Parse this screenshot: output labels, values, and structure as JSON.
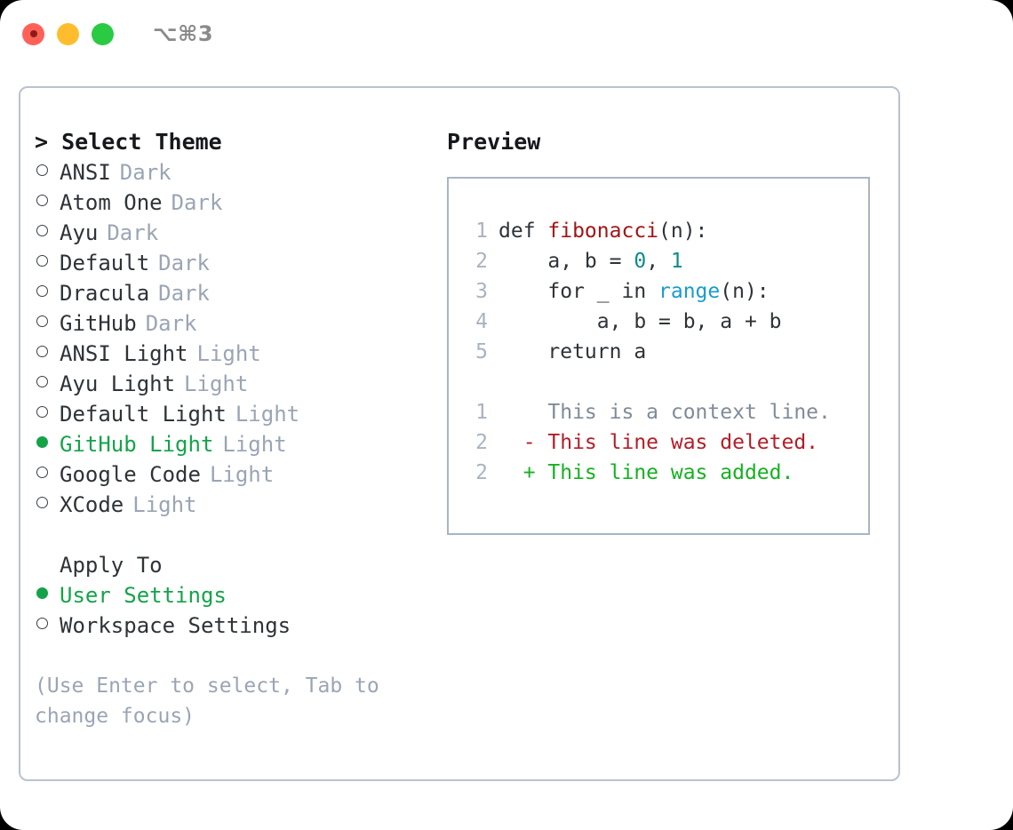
{
  "titlebar": {
    "shortcut": "⌥⌘3",
    "lights": [
      "close-red",
      "minimize-yellow",
      "zoom-green"
    ]
  },
  "theme_panel": {
    "heading": "> Select Theme",
    "items": [
      {
        "label": "ANSI",
        "kind": "Dark",
        "selected": false
      },
      {
        "label": "Atom One",
        "kind": "Dark",
        "selected": false
      },
      {
        "label": "Ayu",
        "kind": "Dark",
        "selected": false
      },
      {
        "label": "Default",
        "kind": "Dark",
        "selected": false
      },
      {
        "label": "Dracula",
        "kind": "Dark",
        "selected": false
      },
      {
        "label": "GitHub",
        "kind": "Dark",
        "selected": false
      },
      {
        "label": "ANSI Light",
        "kind": "Light",
        "selected": false
      },
      {
        "label": "Ayu Light",
        "kind": "Light",
        "selected": false
      },
      {
        "label": "Default Light",
        "kind": "Light",
        "selected": false
      },
      {
        "label": "GitHub Light",
        "kind": "Light",
        "selected": true
      },
      {
        "label": "Google Code",
        "kind": "Light",
        "selected": false
      },
      {
        "label": "XCode",
        "kind": "Light",
        "selected": false
      }
    ]
  },
  "apply_to": {
    "heading": "Apply To",
    "items": [
      {
        "label": "User Settings",
        "selected": true
      },
      {
        "label": "Workspace Settings",
        "selected": false
      }
    ]
  },
  "hint": "(Use Enter to select, Tab to change focus)",
  "preview": {
    "title": "Preview",
    "code_lines": [
      {
        "num": "1",
        "tokens": [
          {
            "text": "def ",
            "type": "plain"
          },
          {
            "text": "fibonacci",
            "type": "fn"
          },
          {
            "text": "(n):",
            "type": "plain"
          }
        ]
      },
      {
        "num": "2",
        "tokens": [
          {
            "text": "    a, b = ",
            "type": "plain"
          },
          {
            "text": "0",
            "type": "num"
          },
          {
            "text": ", ",
            "type": "plain"
          },
          {
            "text": "1",
            "type": "num"
          }
        ]
      },
      {
        "num": "3",
        "tokens": [
          {
            "text": "    for _ in ",
            "type": "plain"
          },
          {
            "text": "range",
            "type": "call"
          },
          {
            "text": "(n):",
            "type": "plain"
          }
        ]
      },
      {
        "num": "4",
        "tokens": [
          {
            "text": "        a, b = b, a + b",
            "type": "plain"
          }
        ]
      },
      {
        "num": "5",
        "tokens": [
          {
            "text": "    return a",
            "type": "plain"
          }
        ]
      }
    ],
    "diff_lines": [
      {
        "num": "1",
        "sign": " ",
        "text": " This is a context line.",
        "type": "ctx"
      },
      {
        "num": "2",
        "sign": "-",
        "text": " This line was deleted.",
        "type": "del"
      },
      {
        "num": "2",
        "sign": "+",
        "text": " This line was added.",
        "type": "add"
      }
    ]
  },
  "colors": {
    "accent_green": "#15a34a",
    "diff_add": "#16b121",
    "diff_del": "#b31d28",
    "muted": "#9aa5b4",
    "border": "#b9c2cf",
    "token_fn": "#a31515",
    "token_num": "#0d8b8b",
    "token_call": "#1a9ccc"
  }
}
